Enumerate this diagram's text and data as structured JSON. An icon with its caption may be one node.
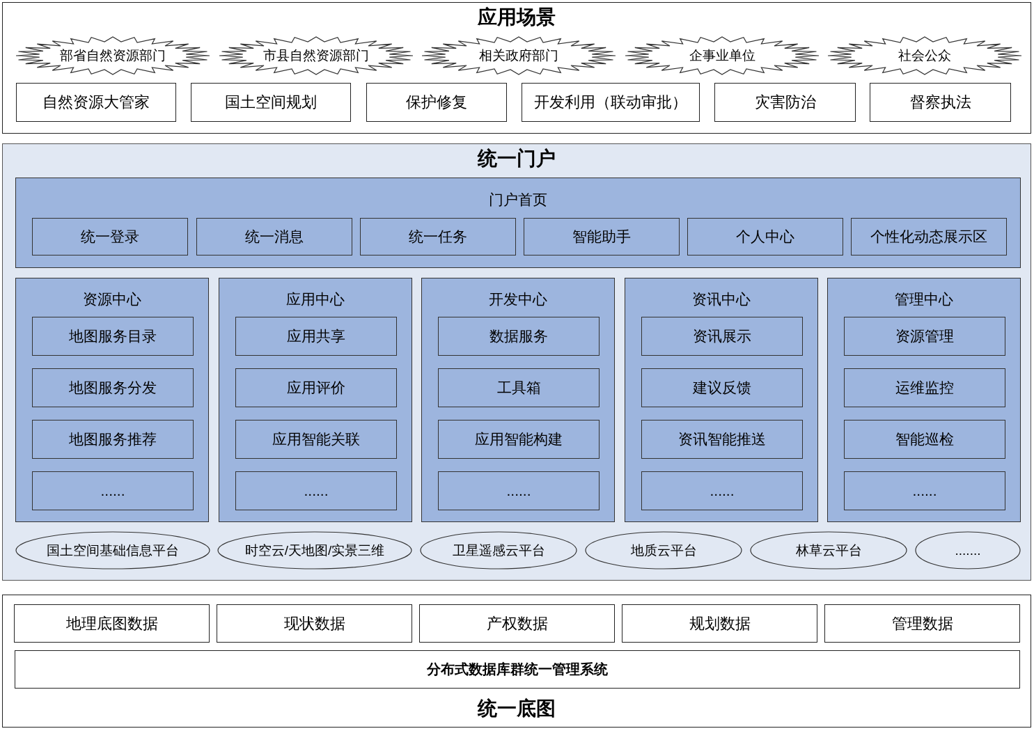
{
  "diagram": {
    "nodes": [
      {
        "text": [
          "应用场景"
        ]
      },
      {
        "text": [
          "部省自然资源部门"
        ],
        "in": 0
      },
      {
        "text": [
          "市县自然资源部门"
        ],
        "in": 0
      },
      {
        "text": [
          "相关政府部门"
        ],
        "in": 0
      },
      {
        "text": [
          "企事业单位"
        ],
        "in": 0
      },
      {
        "text": [
          "社会公众"
        ],
        "in": 0
      },
      {
        "text": [
          "自然资源大管家"
        ],
        "in": 0
      },
      {
        "text": [
          "国土空间规划"
        ],
        "in": 0
      },
      {
        "text": [
          "保护修复"
        ],
        "in": 0
      },
      {
        "text": [
          "开发利用（联动审批）"
        ],
        "in": 0
      },
      {
        "text": [
          "灾害防治"
        ],
        "in": 0
      },
      {
        "text": [
          "督察执法"
        ],
        "in": 0
      },
      {
        "text": [
          "统一门户"
        ]
      },
      {
        "text": [
          "门户首页"
        ],
        "in": 12
      },
      {
        "text": [
          "统一登录"
        ],
        "in": 13
      },
      {
        "text": [
          "统一消息"
        ],
        "in": 13
      },
      {
        "text": [
          "统一任务"
        ],
        "in": 13
      },
      {
        "text": [
          "智能助手"
        ],
        "in": 13
      },
      {
        "text": [
          "个人中心"
        ],
        "in": 13
      },
      {
        "text": [
          "个性化动态展示区"
        ],
        "in": 13
      },
      {
        "text": [
          "资源中心"
        ],
        "in": 12
      },
      {
        "text": [
          "地图服务目录"
        ],
        "in": 20
      },
      {
        "text": [
          "地图服务分发"
        ],
        "in": 20
      },
      {
        "text": [
          "地图服务推荐"
        ],
        "in": 20
      },
      {
        "text": [
          "......"
        ],
        "in": 20
      },
      {
        "text": [
          "应用中心"
        ],
        "in": 12
      },
      {
        "text": [
          "应用共享"
        ],
        "in": 25
      },
      {
        "text": [
          "应用评价"
        ],
        "in": 25
      },
      {
        "text": [
          "应用智能关联"
        ],
        "in": 25
      },
      {
        "text": [
          "......"
        ],
        "in": 25
      },
      {
        "text": [
          "开发中心"
        ],
        "in": 12
      },
      {
        "text": [
          "数据服务"
        ],
        "in": 30
      },
      {
        "text": [
          "工具箱"
        ],
        "in": 30
      },
      {
        "text": [
          "应用智能构建"
        ],
        "in": 30
      },
      {
        "text": [
          "......"
        ],
        "in": 30
      },
      {
        "text": [
          "资讯中心"
        ],
        "in": 12
      },
      {
        "text": [
          "资讯展示"
        ],
        "in": 35
      },
      {
        "text": [
          "建议反馈"
        ],
        "in": 35
      },
      {
        "text": [
          "资讯智能推送"
        ],
        "in": 35
      },
      {
        "text": [
          "......"
        ],
        "in": 35
      },
      {
        "text": [
          "管理中心"
        ],
        "in": 12
      },
      {
        "text": [
          "资源管理"
        ],
        "in": 40
      },
      {
        "text": [
          "运维监控"
        ],
        "in": 40
      },
      {
        "text": [
          "智能巡检"
        ],
        "in": 40
      },
      {
        "text": [
          "......"
        ],
        "in": 40
      },
      {
        "text": [
          "国土空间基础信息平台"
        ],
        "in": 12
      },
      {
        "text": [
          "时空云/天地图/实景三维"
        ],
        "in": 12
      },
      {
        "text": [
          "卫星遥感云平台"
        ],
        "in": 12
      },
      {
        "text": [
          "地质云平台"
        ],
        "in": 12
      },
      {
        "text": [
          "林草云平台"
        ],
        "in": 12
      },
      {
        "text": [
          "......."
        ],
        "in": 12
      },
      {
        "text": [
          "统一底图"
        ]
      },
      {
        "text": [
          "地理底图数据"
        ],
        "in": 51
      },
      {
        "text": [
          "现状数据"
        ],
        "in": 51
      },
      {
        "text": [
          "产权数据"
        ],
        "in": 51
      },
      {
        "text": [
          "规划数据"
        ],
        "in": 51
      },
      {
        "text": [
          "管理数据"
        ],
        "in": 51
      },
      {
        "text": [
          "分布式数据库群统一管理系统"
        ],
        "in": 51
      }
    ]
  }
}
